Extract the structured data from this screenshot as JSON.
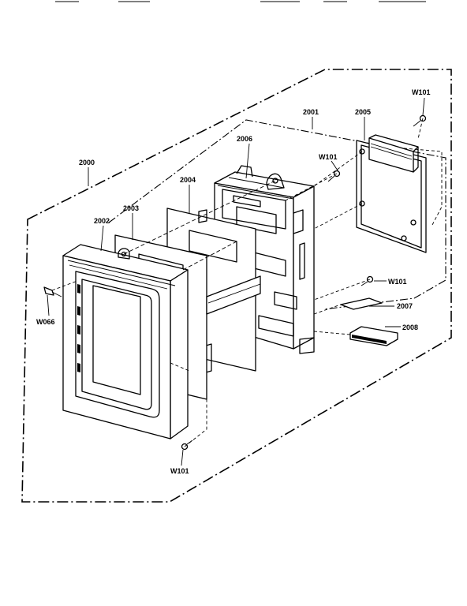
{
  "labels": {
    "l2000": "2000",
    "l2001": "2001",
    "l2002": "2002",
    "l2003": "2003",
    "l2004": "2004",
    "l2005": "2005",
    "l2006": "2006",
    "l2007": "2007",
    "l2008": "2008",
    "w066": "W066",
    "w101_top_right": "W101",
    "w101_mid": "W101",
    "w101_right": "W101",
    "w101_bottom": "W101"
  }
}
